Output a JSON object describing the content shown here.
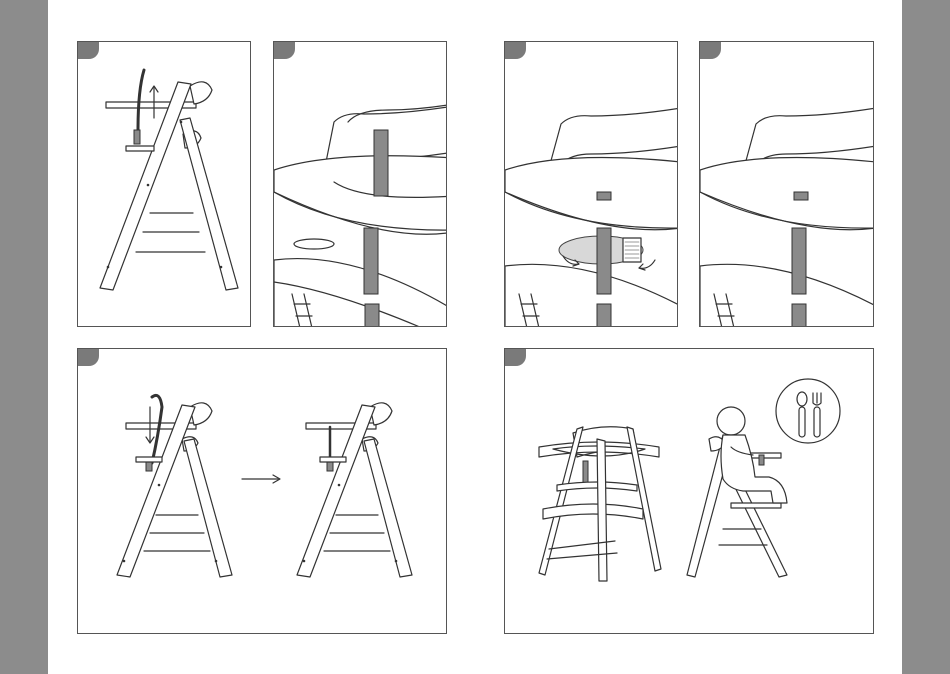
{
  "page": {
    "panels": [
      {
        "id": "step-1",
        "illustration": "chair-side-strap-up"
      },
      {
        "id": "step-2",
        "illustration": "tray-closeup-strap"
      },
      {
        "id": "step-3",
        "illustration": "tray-closeup-strap-wrap"
      },
      {
        "id": "step-4",
        "illustration": "tray-closeup-strap-fixed"
      },
      {
        "id": "step-5",
        "illustration": "chair-side-strap-down-arrow"
      },
      {
        "id": "step-6",
        "illustration": "chair-with-tray-and-child"
      }
    ],
    "icons": [
      "arrow-right-icon",
      "spoon-fork-icon"
    ],
    "colors": {
      "sidebar": "#8c8c8c",
      "tab": "#7a7a7a",
      "strap": "#8a8a8a",
      "line": "#333333"
    }
  }
}
